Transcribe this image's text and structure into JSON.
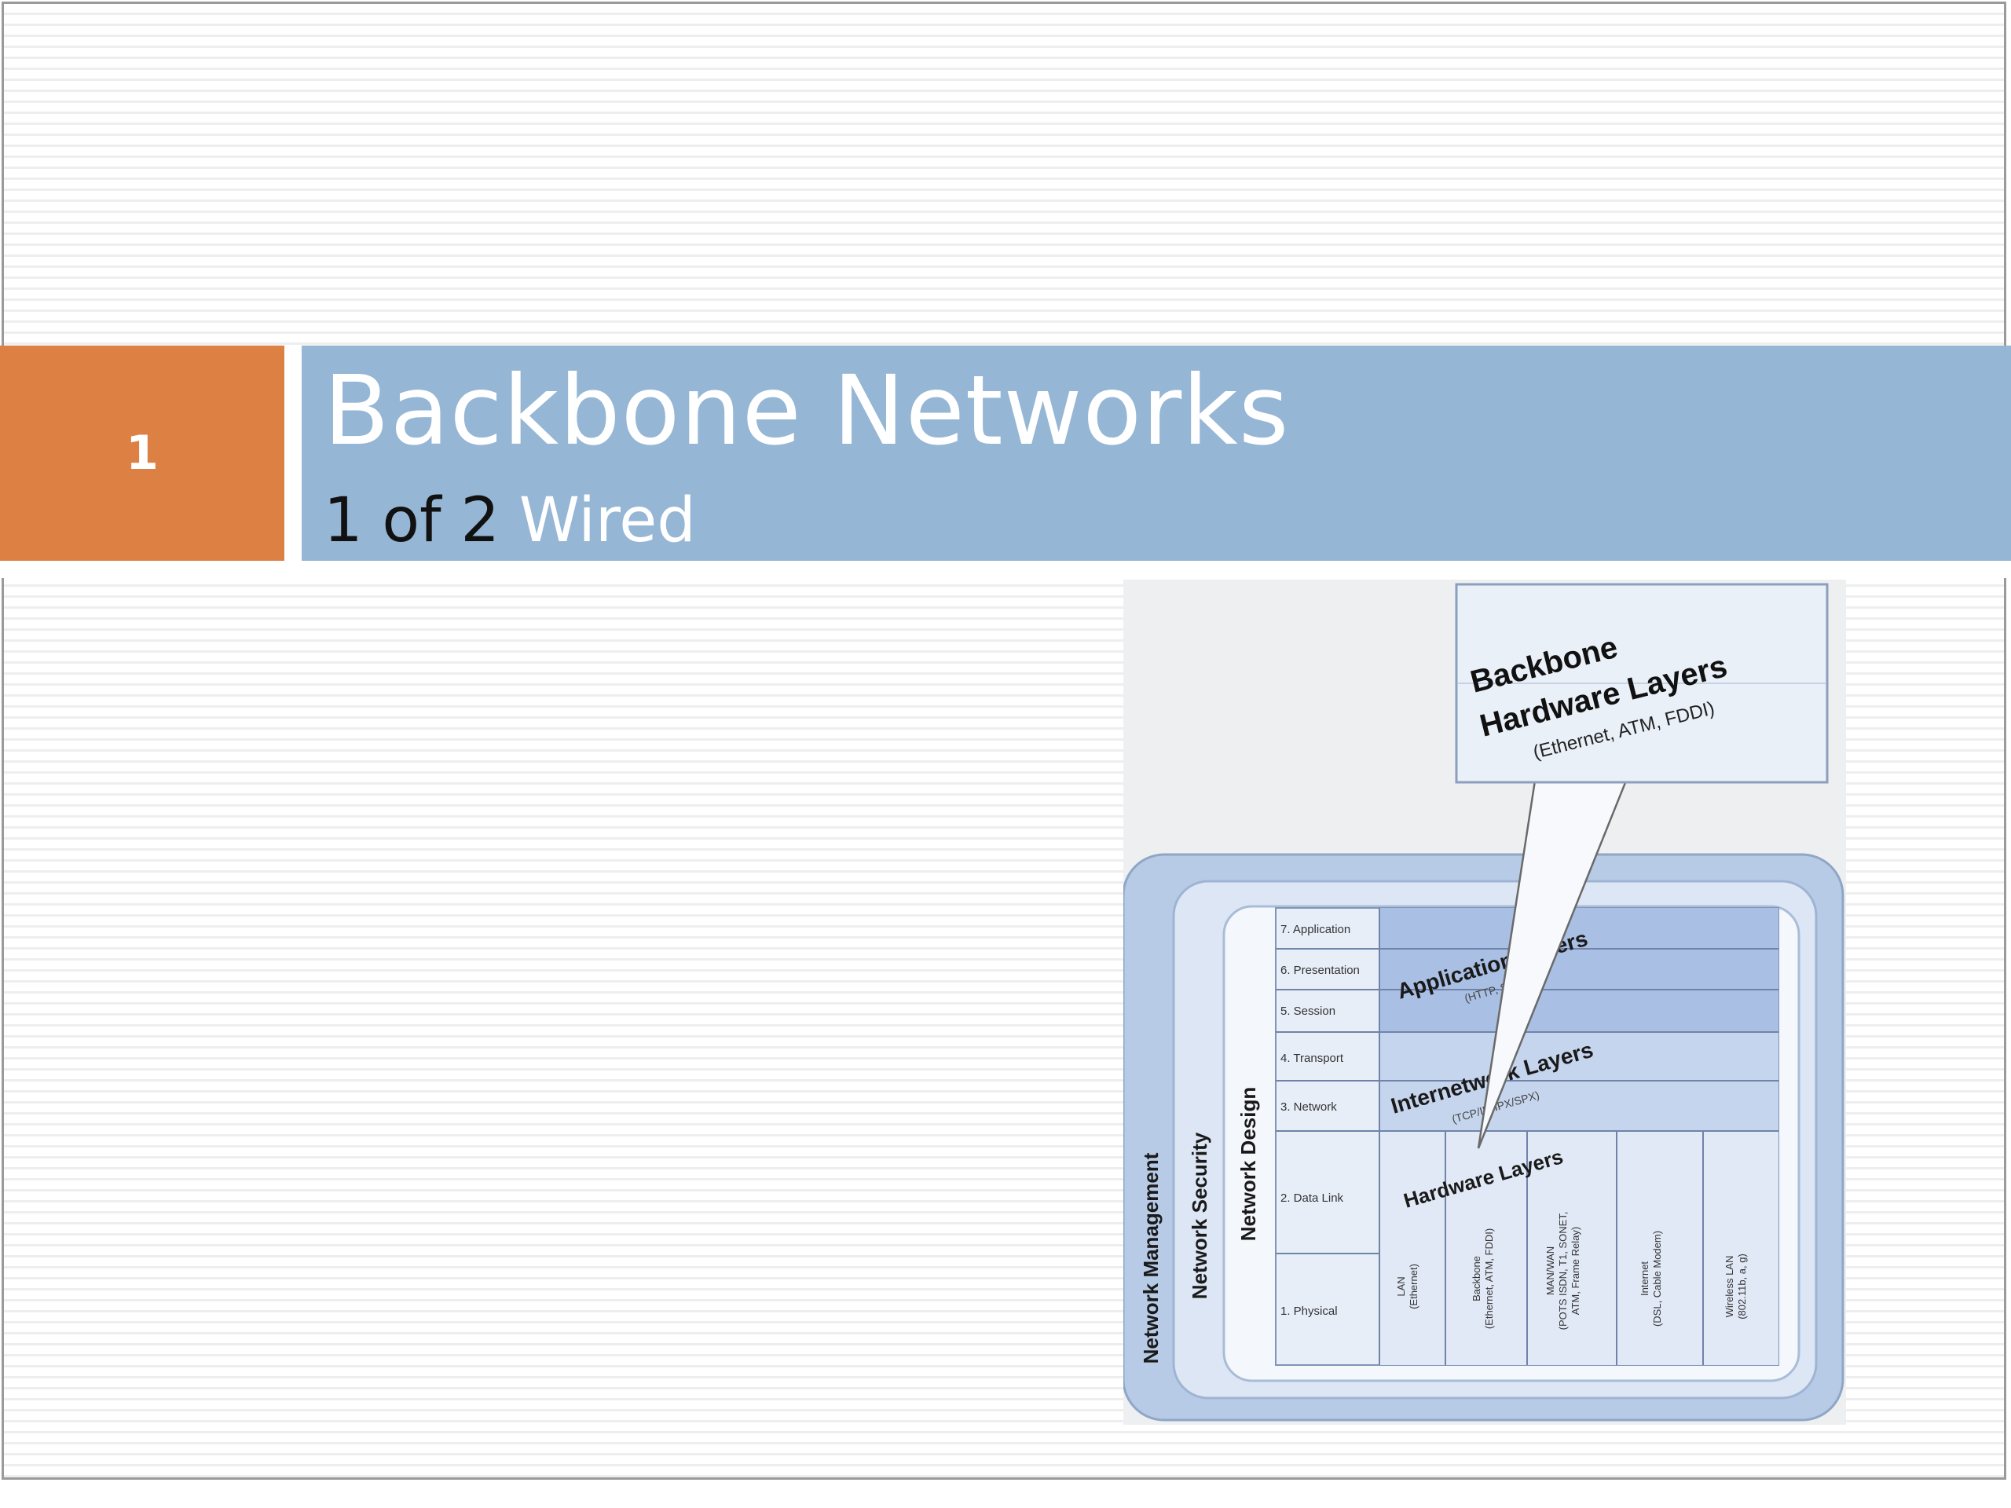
{
  "slide": {
    "number": "1",
    "title": "Backbone Networks",
    "subtitle_part1": "1 of 2",
    "subtitle_part2": "Wired"
  },
  "colors": {
    "accent_orange": "#dc8044",
    "title_band_blue": "#95b6d4",
    "diagram_outer": "#b7cbe6",
    "diagram_table": "#c3d3ec"
  },
  "diagram": {
    "callout": {
      "line1": "Backbone",
      "line2": "Hardware Layers",
      "line3": "(Ethernet, ATM, FDDI)"
    },
    "side_labels": {
      "management": "Network Management",
      "security": "Network Security",
      "design": "Network Design"
    },
    "layers": {
      "l7": "7. Application",
      "l6": "6. Presentation",
      "l5": "5. Session",
      "l4": "4. Transport",
      "l3": "3. Network",
      "l2": "2. Data Link",
      "l1": "1. Physical"
    },
    "groups": {
      "application": "Application Layers",
      "application_sub": "(HTTP, SMTP)",
      "internetwork": "Internetwork Layers",
      "internetwork_sub": "(TCP/IP, IPX/SPX)",
      "hardware": "Hardware Layers"
    },
    "hardware_columns": {
      "lan_1": "LAN",
      "lan_2": "(Ethernet)",
      "backbone_1": "Backbone",
      "backbone_2": "(Ethernet, ATM, FDDI)",
      "man_1": "MAN/WAN",
      "man_2": "(POTS ISDN, T1, SONET,",
      "man_3": "ATM, Frame Relay)",
      "internet_1": "Internet",
      "internet_2": "(DSL, Cable Modem)",
      "wireless_1": "Wireless LAN",
      "wireless_2": "(802.11b, a, g)"
    }
  }
}
